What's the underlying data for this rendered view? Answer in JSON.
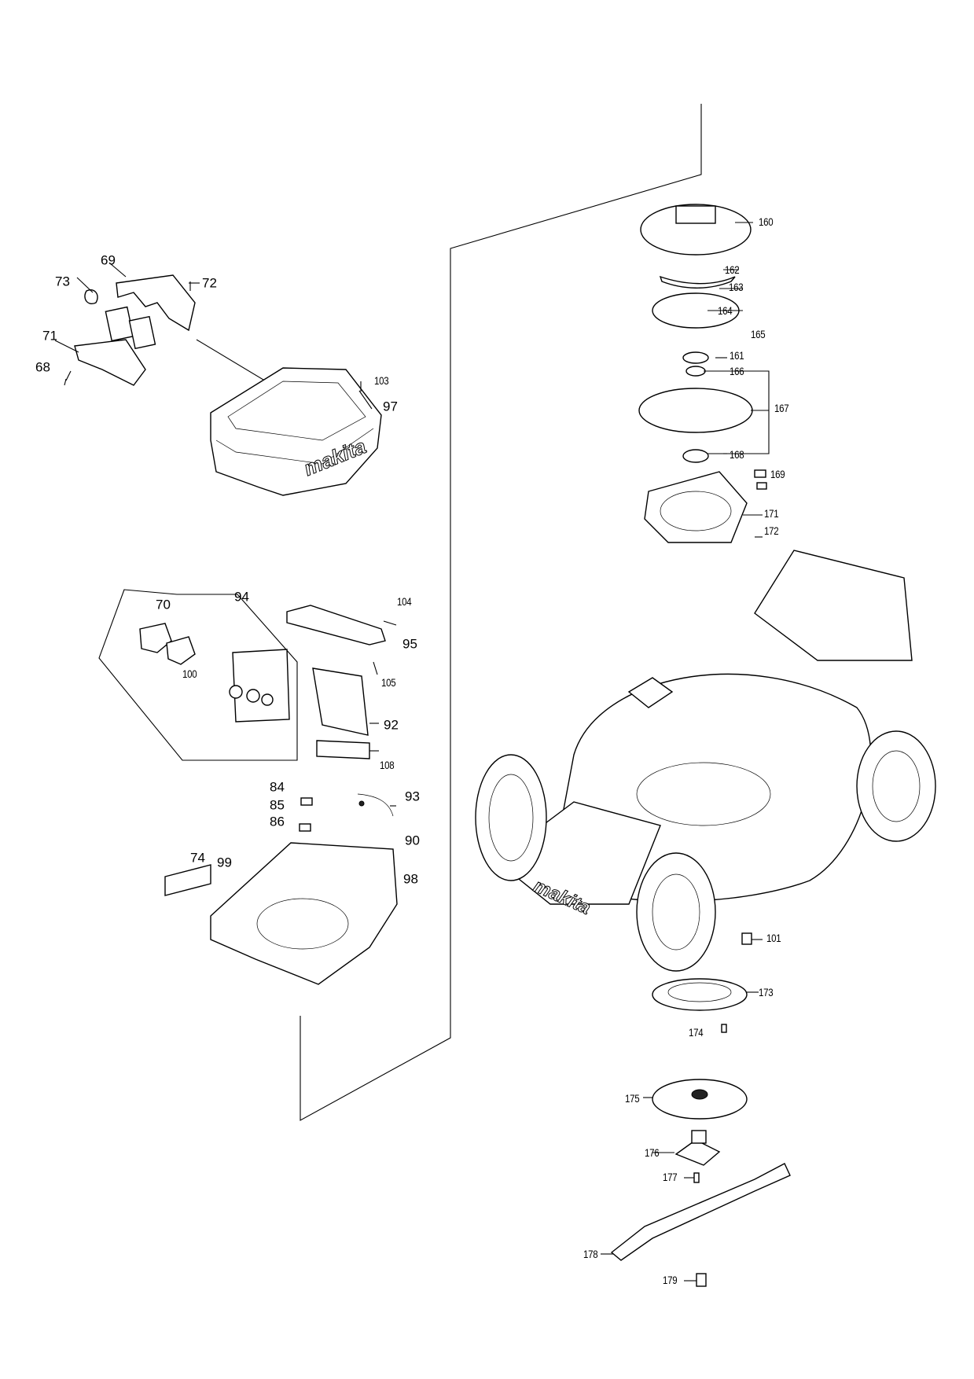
{
  "brand_logo": "makita",
  "callouts": {
    "n68": "68",
    "n69": "69",
    "n70": "70",
    "n71": "71",
    "n72": "72",
    "n73": "73",
    "n74": "74",
    "n84": "84",
    "n85": "85",
    "n86": "86",
    "n90": "90",
    "n92": "92",
    "n93": "93",
    "n94": "94",
    "n95": "95",
    "n97": "97",
    "n98": "98",
    "n99": "99",
    "n100": "100",
    "n101": "101",
    "n103": "103",
    "n104": "104",
    "n105": "105",
    "n108": "108",
    "n160": "160",
    "n161": "161",
    "n162": "162",
    "n163": "163",
    "n164": "164",
    "n165": "165",
    "n166": "166",
    "n167": "167",
    "n168": "168",
    "n169": "169",
    "n171": "171",
    "n172": "172",
    "n173": "173",
    "n174": "174",
    "n175": "175",
    "n176": "176",
    "n177": "177",
    "n178": "178",
    "n179": "179"
  }
}
